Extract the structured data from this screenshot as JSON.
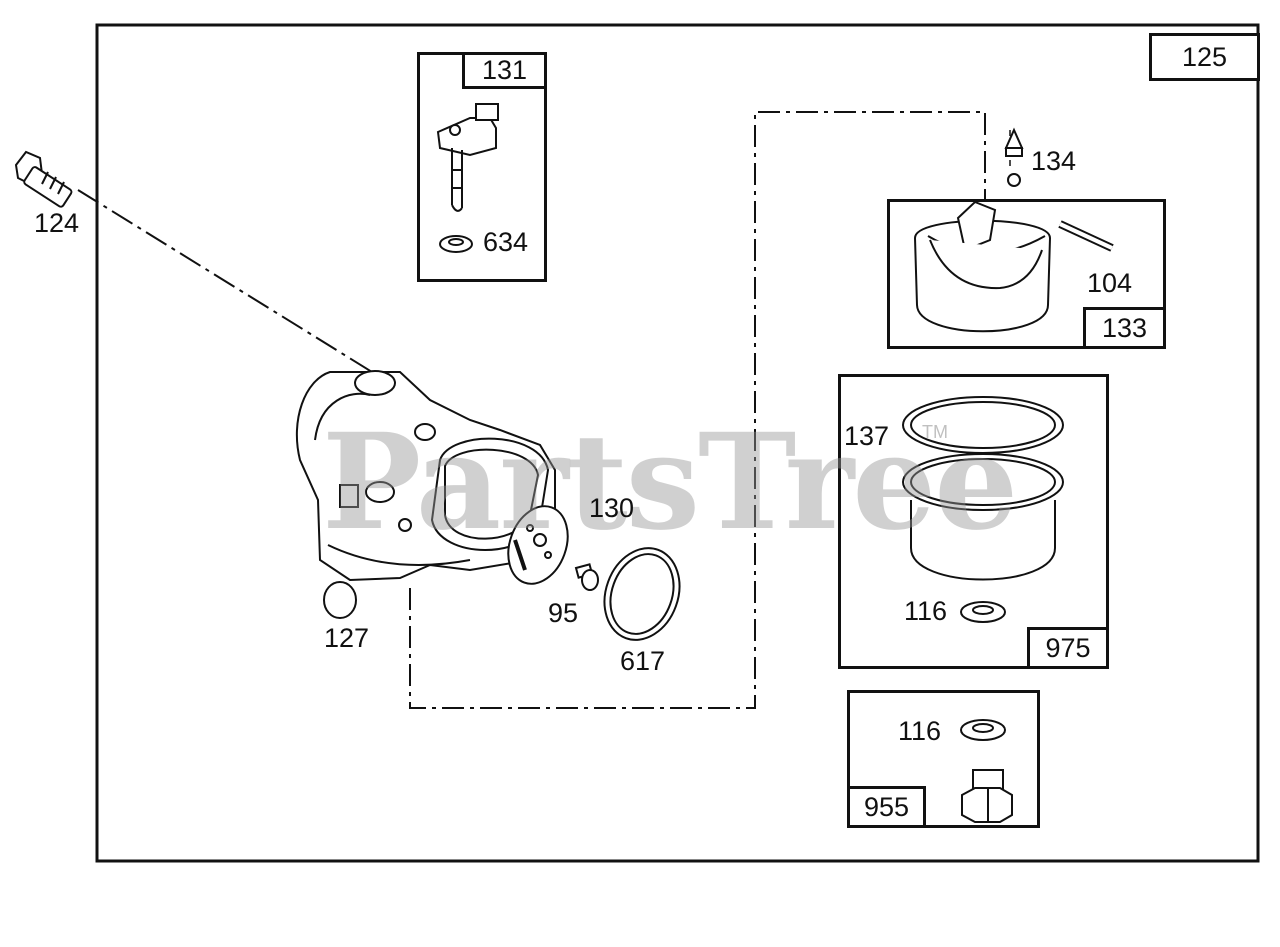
{
  "watermark": {
    "text": "PartsTree",
    "tm": "TM"
  },
  "assembly_label": "125",
  "groups": {
    "g131": {
      "label": "131",
      "parts": [
        "634"
      ]
    },
    "g133": {
      "label": "133",
      "parts": [
        "104"
      ]
    },
    "g975": {
      "label": "975",
      "parts": [
        "137",
        "116"
      ]
    },
    "g955": {
      "label": "955",
      "parts": [
        "116"
      ]
    }
  },
  "parts": {
    "p124": "124",
    "p134": "134",
    "p130": "130",
    "p95": "95",
    "p127": "127",
    "p617": "617"
  }
}
